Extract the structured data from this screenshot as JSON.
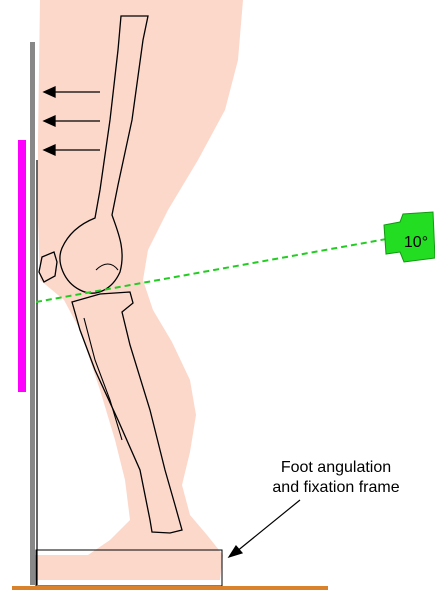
{
  "diagram": {
    "angle_label": "10°",
    "frame_label_lines": [
      "Foot angulation",
      "and fixation frame"
    ]
  },
  "colors": {
    "skin": "#fcd8cb",
    "bone_outline": "#000000",
    "wall": "#888888",
    "cassette": "#ff00ff",
    "beam": "#22cc22",
    "tube": "#22dd22",
    "floor": "#d9822b",
    "arrow": "#000000"
  },
  "icons": {
    "xray_tube": "xray-tube-icon",
    "pressure_arrows": "arrow-left-icon"
  }
}
